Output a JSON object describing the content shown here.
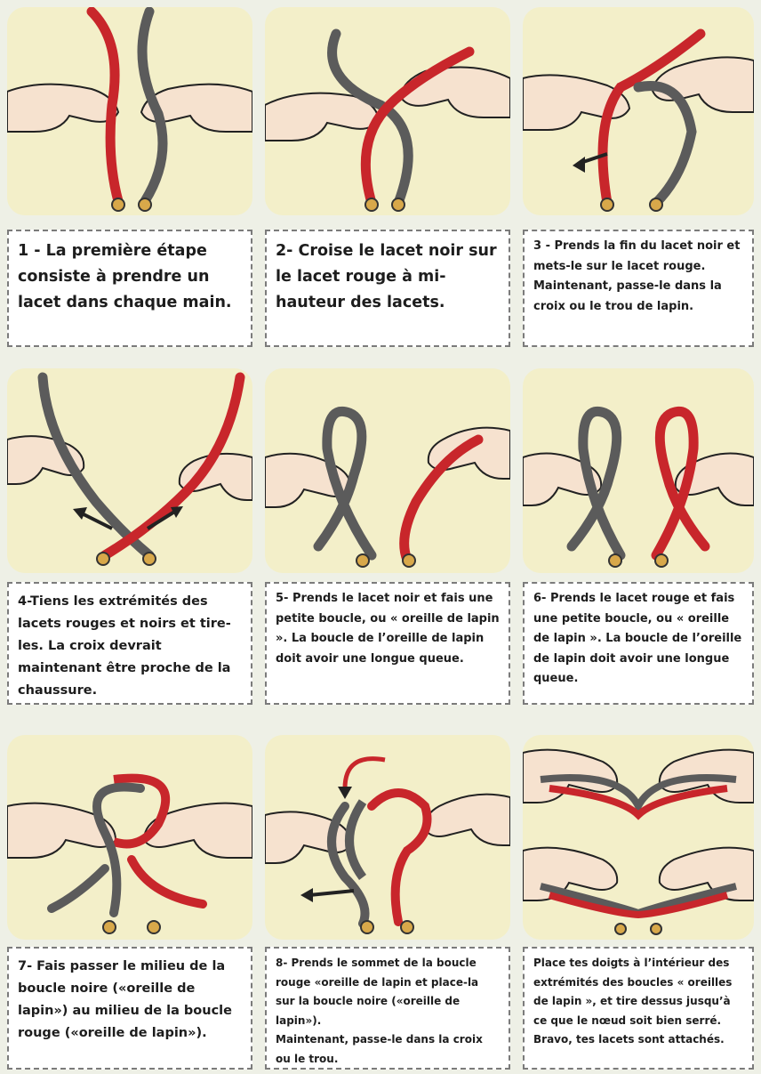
{
  "steps": [
    {
      "id": 1,
      "caption": [
        "1 - La première étape consiste à prendre un lacet dans chaque main."
      ]
    },
    {
      "id": 2,
      "caption": [
        "2- Croise le lacet noir sur le lacet rouge à mi-hauteur des lacets."
      ]
    },
    {
      "id": 3,
      "caption": [
        "3 - Prends la fin du lacet noir et mets-le sur le lacet rouge.",
        "Maintenant, passe-le dans la croix ou le trou de lapin."
      ]
    },
    {
      "id": 4,
      "caption": [
        "4-Tiens les extrémités des lacets rouges et noirs et tire-les. La croix devrait maintenant être proche de la chaussure."
      ]
    },
    {
      "id": 5,
      "caption": [
        "5- Prends le lacet noir et fais une petite boucle, ou « oreille de lapin ». La boucle de l’oreille de lapin doit avoir une longue queue."
      ]
    },
    {
      "id": 6,
      "caption": [
        "6- Prends le lacet rouge et fais une petite boucle, ou « oreille de lapin ». La boucle de l’oreille de lapin doit avoir une longue queue."
      ]
    },
    {
      "id": 7,
      "caption": [
        "7- Fais passer le milieu de la boucle noire («oreille de lapin») au milieu de la boucle rouge («oreille de lapin»)."
      ]
    },
    {
      "id": 8,
      "caption": [
        "8- Prends le sommet de la boucle rouge «oreille de lapin et place-la sur la boucle noire («oreille de lapin»).",
        "Maintenant, passe-le dans la croix ou le trou."
      ]
    },
    {
      "id": 9,
      "caption": [
        "Place tes doigts à l’intérieur des extrémités des boucles « oreilles de lapin », et tire dessus jusqu’à ce que le nœud soit bien serré. Bravo, tes lacets sont attachés."
      ]
    }
  ],
  "colors": {
    "panel_bg": "#f3efc9",
    "lace_red": "#c8262b",
    "lace_gray": "#5b5b5b",
    "skin": "#f6e2cf",
    "eyelet": "#d8a84a",
    "caption_border": "#7b7b7b"
  },
  "icons": [
    "hand-icon",
    "red-lace-icon",
    "gray-lace-icon",
    "eyelet-icon",
    "arrow-icon"
  ]
}
